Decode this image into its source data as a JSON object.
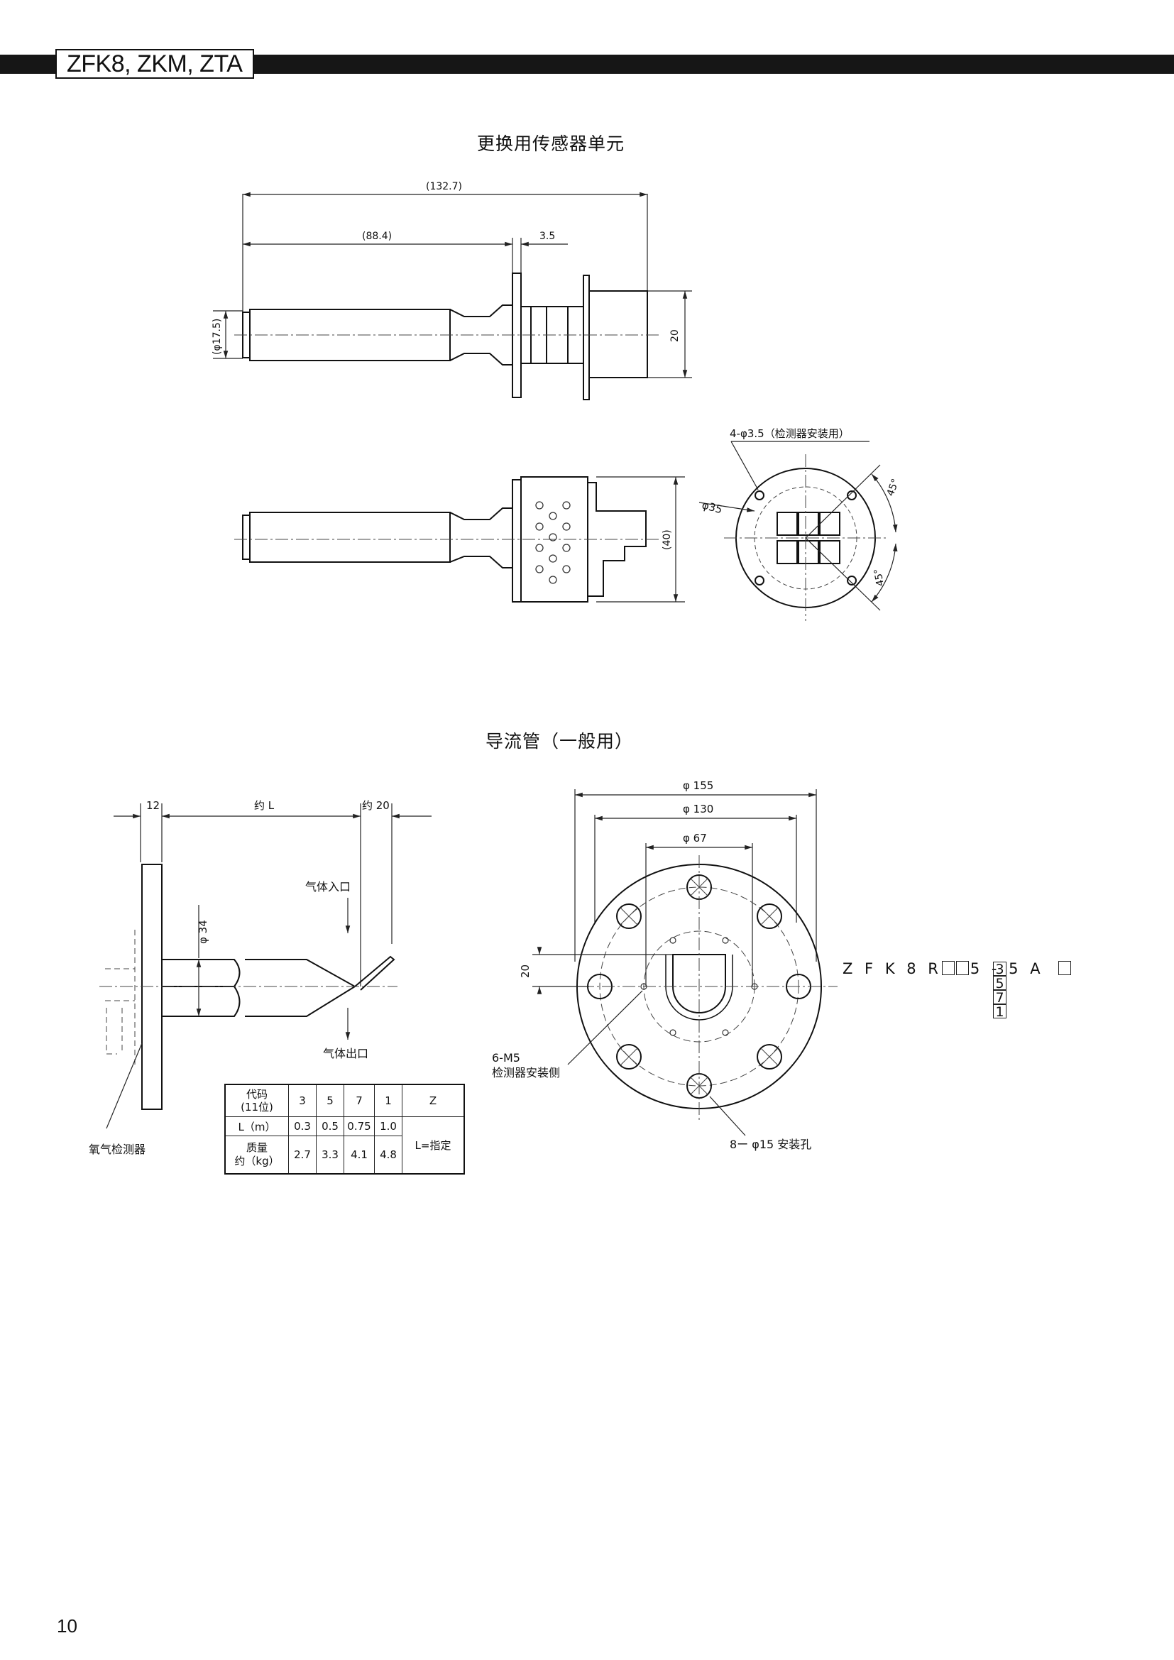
{
  "header": {
    "series": "ZFK8, ZKM, ZTA"
  },
  "section1": {
    "title": "更换用传感器单元",
    "dims": {
      "overall": "(132.7)",
      "body": "(88.4)",
      "flange": "3.5",
      "dia": "(φ17.5)",
      "head_h": "20",
      "side_h": "(40)",
      "mount_holes": "4-φ3.5（检测器安装用）",
      "bolt_circle": "φ35",
      "angle_a": "45°",
      "angle_b": "45°"
    }
  },
  "section2": {
    "title": "导流管（一般用）",
    "left": {
      "flange_t": "12",
      "length": "约 L",
      "tip": "约 20",
      "pipe_dia": "φ 34",
      "gas_in": "气体入口",
      "gas_out": "气体出口",
      "detector": "氧气检测器"
    },
    "right": {
      "d155": "φ 155",
      "d130": "φ 130",
      "d67": "φ 67",
      "off20": "20",
      "m5_1": "6-M5",
      "m5_2": "检测器安装侧",
      "holes": "8ー φ15 安装孔"
    },
    "code": {
      "prefix": "Z F K 8 R",
      "mid": "5 - 5 A",
      "options": [
        "3",
        "5",
        "7",
        "1"
      ]
    },
    "table": {
      "head1": "代码",
      "head2": "(11位)",
      "codes": [
        "3",
        "5",
        "7",
        "1",
        "Z"
      ],
      "row_l_label": "L（m）",
      "row_l": [
        "0.3",
        "0.5",
        "0.75",
        "1.0"
      ],
      "l_spec": "L=指定",
      "mass_l1": "质量",
      "mass_l2": "约（kg）",
      "mass": [
        "2.7",
        "3.3",
        "4.1",
        "4.8"
      ]
    }
  },
  "page_number": "10"
}
